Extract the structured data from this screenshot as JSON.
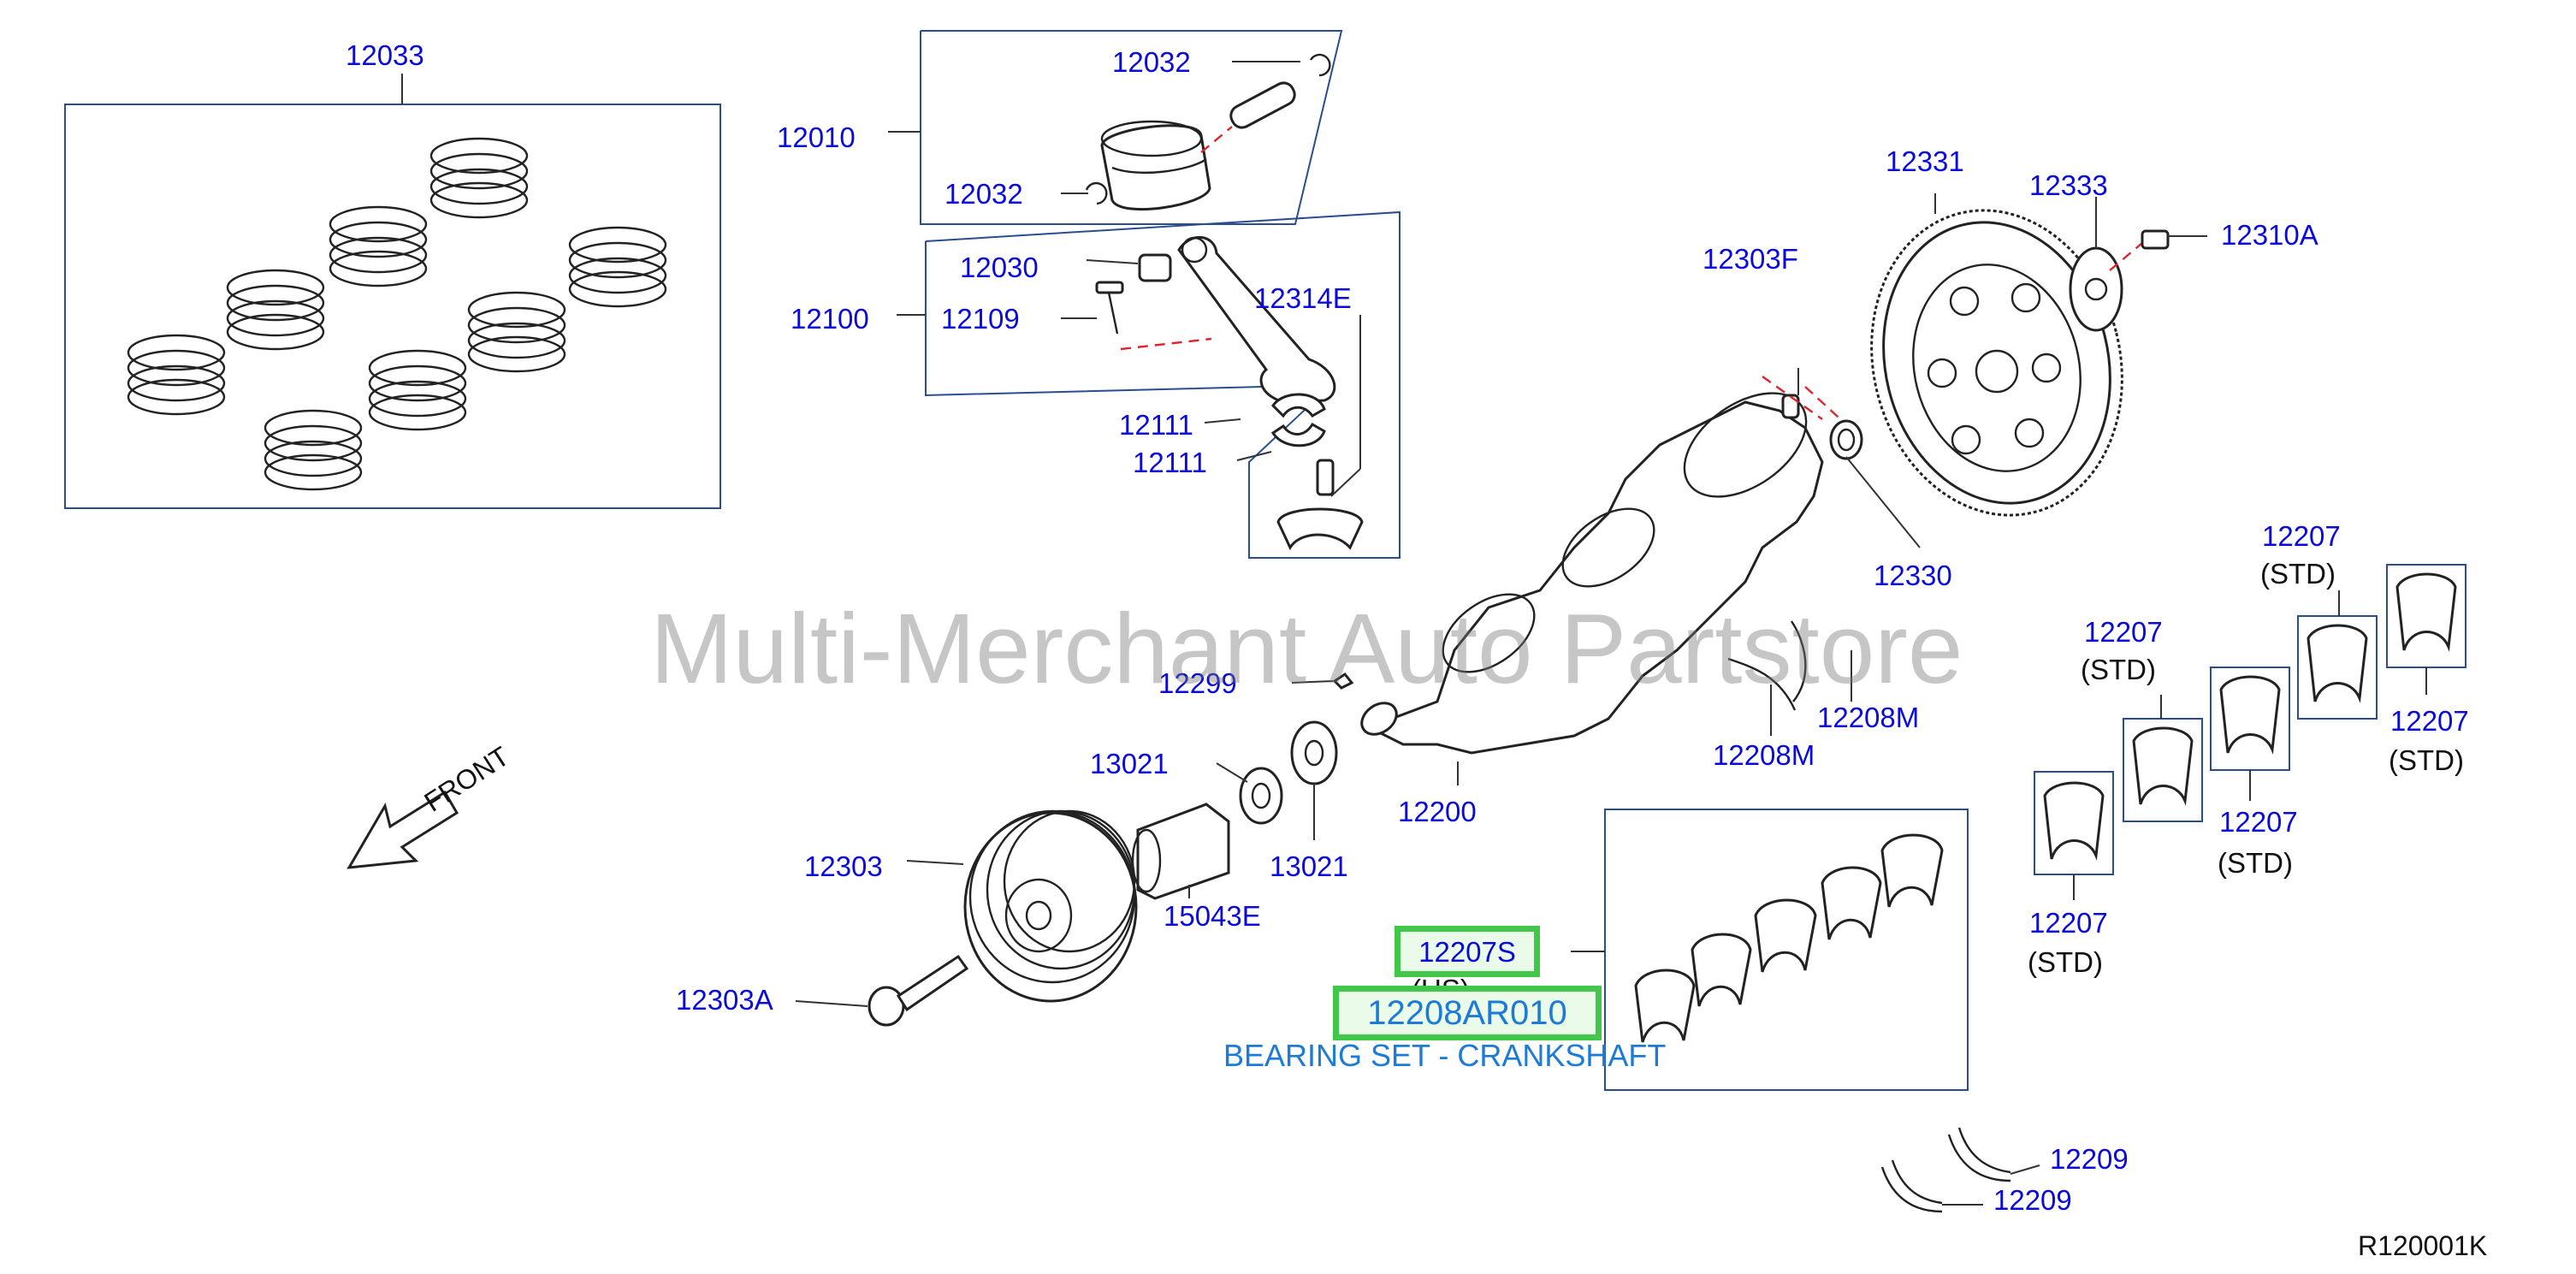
{
  "labels": {
    "p12033": "12033",
    "p12010": "12010",
    "p12032_top": "12032",
    "p12032_bottom": "12032",
    "p12100": "12100",
    "p12030": "12030",
    "p12109": "12109",
    "p12314E": "12314E",
    "p12111_a": "12111",
    "p12111_b": "12111",
    "p12303F": "12303F",
    "p12331": "12331",
    "p12333": "12333",
    "p12310A": "12310A",
    "p12330": "12330",
    "p12299": "12299",
    "p12208M_a": "12208M",
    "p12208M_b": "12208M",
    "p13021_a": "13021",
    "p13021_b": "13021",
    "p12200": "12200",
    "p12303": "12303",
    "p15043E": "15043E",
    "p12303A": "12303A",
    "p12209_a": "12209",
    "p12209_b": "12209",
    "bearing_1": "12207",
    "bearing_2": "12207",
    "bearing_3": "12207",
    "bearing_4": "12207",
    "bearing_5": "12207",
    "std_1": "(STD)",
    "std_2": "(STD)",
    "std_3": "(STD)",
    "std_4": "(STD)",
    "std_5": "(STD)",
    "front": "FRONT",
    "sheet_number": "R120001K"
  },
  "highlights": {
    "set_code": "12207S",
    "set_variant": "(US)",
    "part_number": "12208AR010",
    "description": "BEARING SET - CRANKSHAFT"
  },
  "watermark": "Multi-Merchant Auto Partstore",
  "colors": {
    "label_blue": "#0a0adc",
    "highlight_green": "#41c84a",
    "description_blue": "#1b7bd6",
    "dash_red": "#e0242c",
    "box_blue": "#2a4d8f"
  }
}
